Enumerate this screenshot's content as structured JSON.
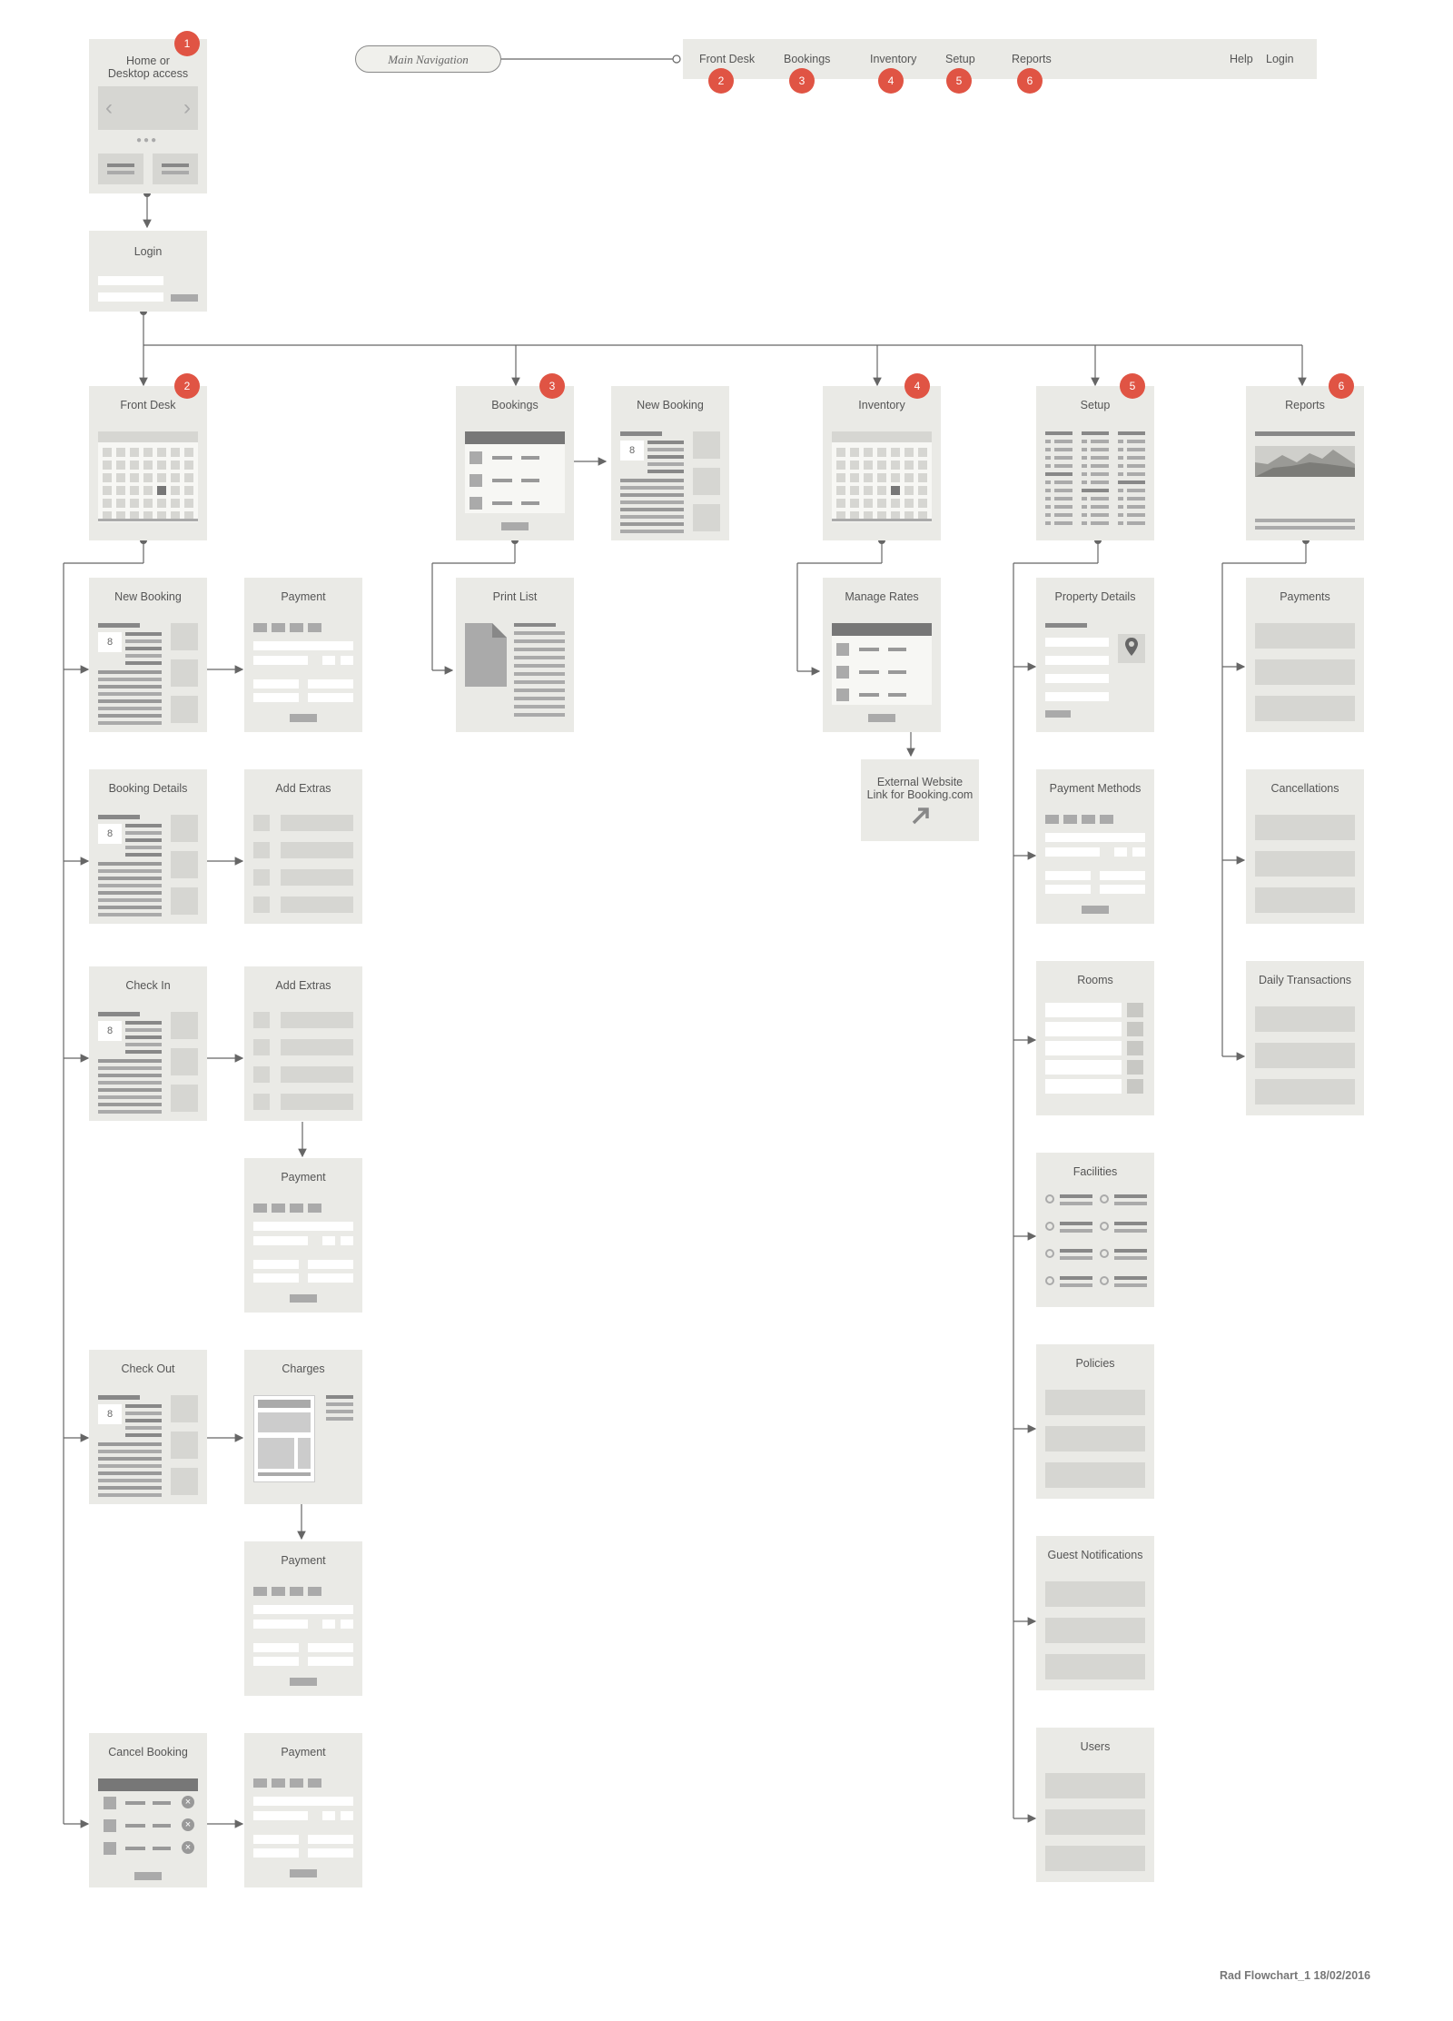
{
  "diagram": {
    "nav": {
      "pill_label": "Main Navigation",
      "items": [
        {
          "label": "Front Desk",
          "badge": "2"
        },
        {
          "label": "Bookings",
          "badge": "3"
        },
        {
          "label": "Inventory",
          "badge": "4"
        },
        {
          "label": "Setup",
          "badge": "5"
        },
        {
          "label": "Reports",
          "badge": "6"
        }
      ],
      "help": "Help",
      "login": "Login"
    },
    "cards": {
      "home": {
        "title_line1": "Home or",
        "title_line2": "Desktop access",
        "badge": "1"
      },
      "login": {
        "title": "Login"
      },
      "frontdesk": {
        "title": "Front Desk",
        "badge": "2"
      },
      "bookings": {
        "title": "Bookings",
        "badge": "3"
      },
      "newbooking_top": {
        "title": "New Booking",
        "date": "8"
      },
      "inventory": {
        "title": "Inventory",
        "badge": "4"
      },
      "setup": {
        "title": "Setup",
        "badge": "5"
      },
      "reports": {
        "title": "Reports",
        "badge": "6"
      },
      "fd_newbooking": {
        "title": "New Booking",
        "date": "8"
      },
      "fd_payment1": {
        "title": "Payment"
      },
      "fd_bookingdetails": {
        "title": "Booking Details",
        "date": "8"
      },
      "fd_addextras1": {
        "title": "Add Extras"
      },
      "fd_checkin": {
        "title": "Check In",
        "date": "8"
      },
      "fd_addextras2": {
        "title": "Add Extras"
      },
      "fd_payment2": {
        "title": "Payment"
      },
      "fd_checkout": {
        "title": "Check Out",
        "date": "8"
      },
      "fd_charges": {
        "title": "Charges"
      },
      "fd_payment3": {
        "title": "Payment"
      },
      "fd_cancel": {
        "title": "Cancel Booking"
      },
      "fd_payment4": {
        "title": "Payment"
      },
      "printlist": {
        "title": "Print  List"
      },
      "managerates": {
        "title": "Manage Rates"
      },
      "external": {
        "line1": "External Website",
        "line2": "Link for Booking.com"
      },
      "propertydetails": {
        "title": "Property Details"
      },
      "paymentmethods": {
        "title": "Payment Methods"
      },
      "rooms": {
        "title": "Rooms"
      },
      "facilities": {
        "title": "Facilities"
      },
      "policies": {
        "title": "Policies"
      },
      "guestnotifications": {
        "title": "Guest Notifications"
      },
      "users": {
        "title": "Users"
      },
      "rep_payments": {
        "title": "Payments"
      },
      "rep_cancellations": {
        "title": "Cancellations"
      },
      "rep_daily": {
        "title": "Daily Transactions"
      }
    },
    "footer": "Rad Flowchart_1 18/02/2016",
    "colors": {
      "card": "#eaeae6",
      "badge": "#e05444",
      "line": "#666666",
      "block": "#d6d6d2"
    }
  }
}
